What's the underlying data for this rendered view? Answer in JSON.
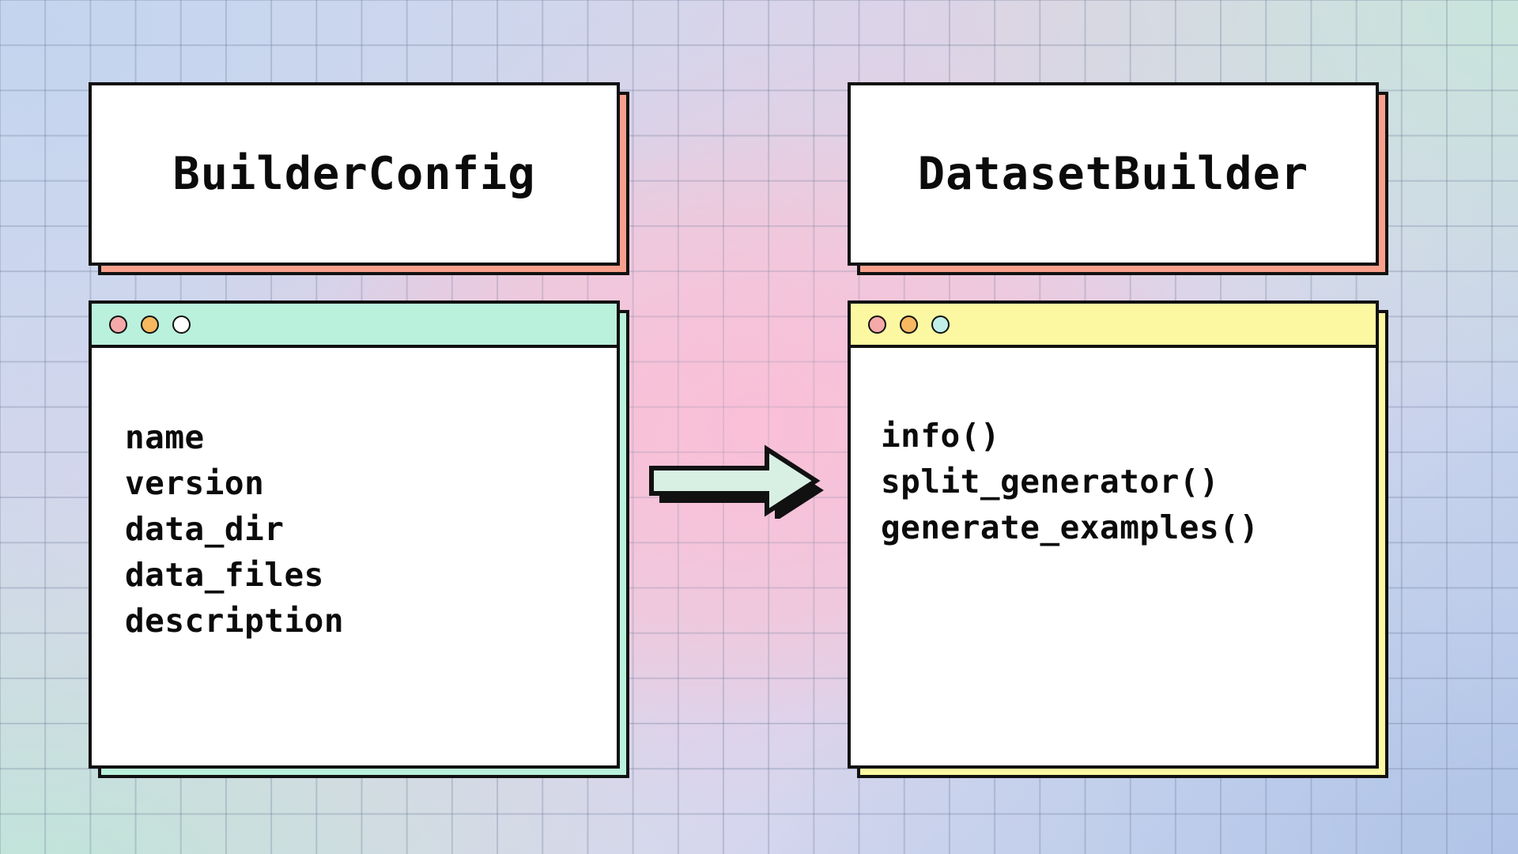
{
  "diagram": {
    "type": "class-relationship",
    "title_cards": [
      {
        "id": "builder-config",
        "label": "BuilderConfig",
        "shadow_color": "#F8A08C"
      },
      {
        "id": "dataset-builder",
        "label": "DatasetBuilder",
        "shadow_color": "#F8A08C"
      }
    ],
    "windows": [
      {
        "id": "builder-config-window",
        "titlebar_color": "#B9F1DC",
        "shadow_color": "#B9F1DC",
        "dots": [
          {
            "name": "close-dot",
            "color": "#F5A9A9"
          },
          {
            "name": "minimize-dot",
            "color": "#F7B860"
          },
          {
            "name": "maximize-dot",
            "color": "#FFFFFF"
          }
        ],
        "items": [
          "name",
          "version",
          "data_dir",
          "data_files",
          "description"
        ]
      },
      {
        "id": "dataset-builder-window",
        "titlebar_color": "#FCF8A2",
        "shadow_color": "#FCF8A2",
        "dots": [
          {
            "name": "close-dot",
            "color": "#F5A9A9"
          },
          {
            "name": "minimize-dot",
            "color": "#F7B860"
          },
          {
            "name": "maximize-dot",
            "color": "#BFEFE8"
          }
        ],
        "items": [
          "info()",
          "split_generator()",
          "generate_examples()"
        ]
      }
    ],
    "connector": {
      "name": "arrow-right",
      "direction": "left-to-right",
      "fill_color": "#D8F0E4",
      "outline_color": "#111111"
    },
    "background": {
      "grid": true,
      "palette": [
        "#ccd8ef",
        "#dfd2e6",
        "#fab2ce",
        "#bae8d6",
        "#b9c8e8"
      ]
    }
  }
}
